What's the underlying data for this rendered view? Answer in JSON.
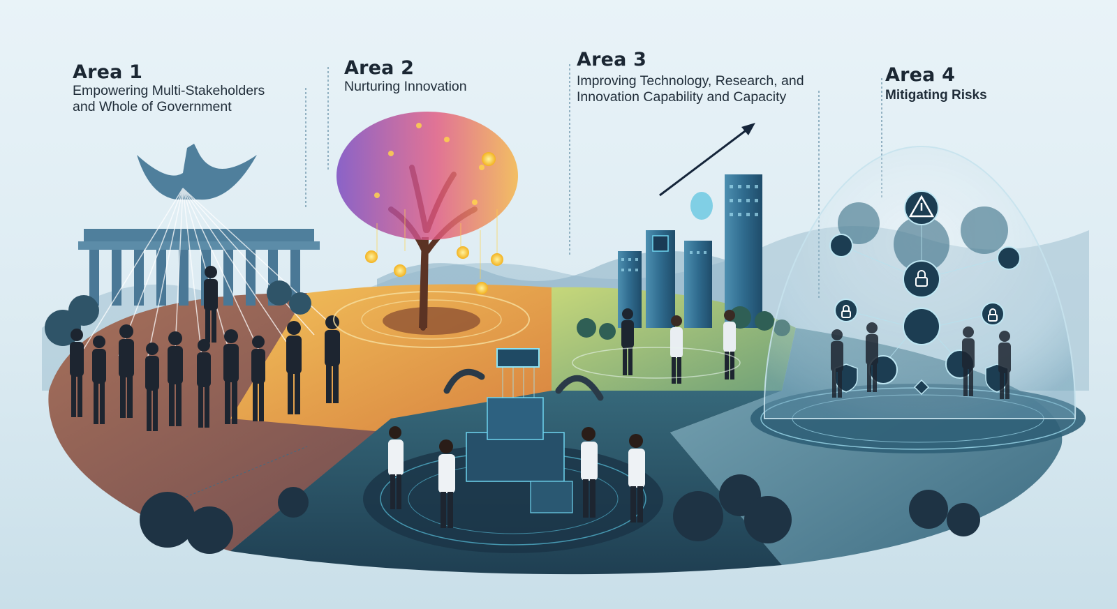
{
  "areas": [
    {
      "title": "Area 1",
      "subtitle_lines": [
        "Empowering Multi-Stakeholders",
        "and Whole of Government"
      ]
    },
    {
      "title": "Area 2",
      "subtitle_lines": [
        "Nurturing Innovation"
      ]
    },
    {
      "title": "Area 3",
      "subtitle_lines": [
        "Improving Technology, Research, and",
        "Innovation Capability and Capacity"
      ]
    },
    {
      "title": "Area 4",
      "subtitle_lines": [
        "Mitigating Risks"
      ]
    }
  ],
  "icons": {
    "area1": "government-building-icon",
    "area2": "circuit-tree-icon",
    "area3": "growth-arrow-icon",
    "area4": "security-dome-icon"
  },
  "colors": {
    "area1_ground": "#8a5a4e",
    "area2_ground": "#e2a54a",
    "area3_ground": "#a6c46a",
    "area4_ground": "#5f8ca0",
    "lab_ground": "#2d5a6e",
    "sky": "#e6f1f6",
    "text": "#1b2733"
  }
}
